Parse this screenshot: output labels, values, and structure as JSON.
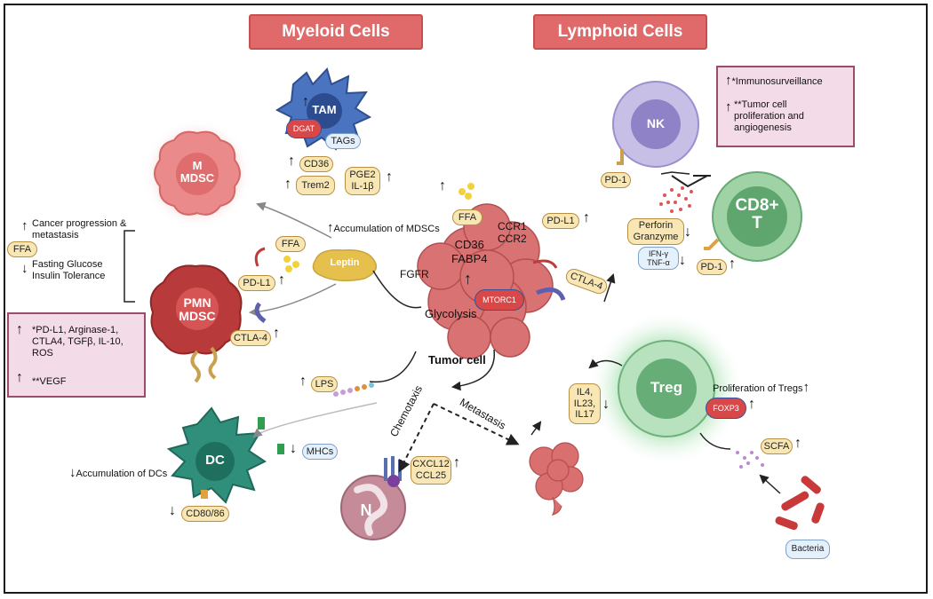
{
  "headers": {
    "myeloid": "Myeloid Cells",
    "lymphoid": "Lymphoid Cells"
  },
  "cells": {
    "tam": "TAM",
    "m_mdsc": "M\nMDSC",
    "pmn_mdsc": "PMN\nMDSC",
    "dc": "DC",
    "n": "N",
    "nk": "NK",
    "cd8": "CD8+\nT",
    "treg": "Treg",
    "tumor": "Tumor cell"
  },
  "labels": {
    "dgat": "DGAT",
    "tags": "TAGs",
    "cd36_tam": "CD36",
    "trem2": "Trem2",
    "pge2": "PGE2\nIL-1β",
    "ffa_top": "FFA",
    "accumulation_mdscs": "Accumulation of MDSCs",
    "cancer_progression": "Cancer progression &\nmetastasis",
    "ffa_left": "FFA",
    "fasting": "Fasting Glucose\nInsulin Tolerance",
    "ffa_mid": "FFA",
    "leptin": "Leptin",
    "pdl1_pmn": "PD-L1",
    "ctla4_pmn": "CTLA-4",
    "ccr": "CCR1\nCCR2",
    "cd36_fabp4": "CD36\nFABP4",
    "fgfr": "FGFR",
    "mtorc1": "MTORC1",
    "glycolysis": "Glycolysis",
    "pdl1_tumor": "PD-L1",
    "ctla4_tumor": "CTLA-4",
    "lps": "LPS",
    "mhcs": "MHCs",
    "accumulation_dcs": "Accumulation of DCs",
    "cd80": "CD80/86",
    "chemotaxis": "Chemotaxis",
    "metastasis": "Metastasis",
    "cxcl12": "CXCL12\nCCL25",
    "pd1_nk": "PD-1",
    "perforin": "Perforin\nGranzyme",
    "ifn": "IFN-γ\nTNF-α",
    "pd1_cd8": "PD-1",
    "il4": "IL4,\nIL23,\nIL17",
    "prolif_tregs": "Proliferation of Tregs",
    "foxp3": "FOXP3",
    "scfa": "SCFA",
    "bacteria": "Bacteria"
  },
  "boxes": {
    "lymph_box": [
      "*Immunosurveillance",
      "**Tumor cell\nproliferation and\nangiogenesis"
    ],
    "mdsc_box": [
      "*PD-L1, Arginase-1,\nCTLA4, TGFβ, IL-10,\nROS",
      "**VEGF"
    ]
  },
  "colors": {
    "header_fill": "#e06a6a",
    "tam": "#3f68b5",
    "mdsc": "#b93a3a",
    "m_mdsc": "#eb8a8a",
    "dc": "#2f8f7a",
    "neutrophil": "#c58b98",
    "nk": "#a79ad0",
    "cd8": "#7cc08a",
    "treg": "#8ccf9a",
    "tumor": "#d97373",
    "pill": "#f8e7b4",
    "box": "#f4dbe8"
  }
}
